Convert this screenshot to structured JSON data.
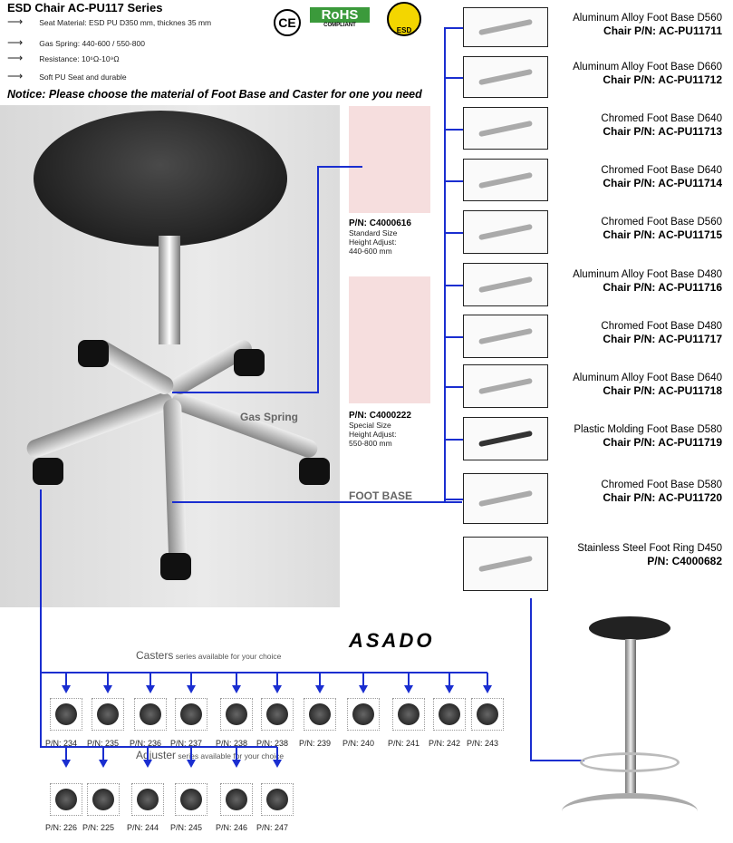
{
  "header": {
    "title": "ESD Chair AC-PU117 Series",
    "specs": [
      "Seat Material: ESD PU D350 mm, thicknes 35 mm",
      "Gas Spring: 440-600 / 550-800",
      "Resistance: 10⁶Ω-10⁹Ω",
      "Soft PU Seat and durable"
    ],
    "arrow": "⟶",
    "notice": "Notice: Please  choose the material of Foot Base and Caster for one you need",
    "badges": {
      "ce": "CE",
      "rohs": "RoHS",
      "rohs_sub": "COMPLIANT",
      "esd": "ESD"
    }
  },
  "labels": {
    "gas_spring": "Gas Spring",
    "foot_base": "FOOT  BASE",
    "logo": "ASADO"
  },
  "sizes": [
    {
      "pn": "P/N: C4000616",
      "size": "Standard Size",
      "adj": "Height Adjust:",
      "range": "440-600 mm"
    },
    {
      "pn": "P/N: C4000222",
      "size": "Special Size",
      "adj": "Height Adjust:",
      "range": "550-800 mm"
    }
  ],
  "foot_bases": [
    {
      "name": "Aluminum Alloy Foot Base D560",
      "pn": "Chair P/N: AC-PU11711"
    },
    {
      "name": "Aluminum Alloy Foot Base D660",
      "pn": "Chair P/N: AC-PU11712"
    },
    {
      "name": "Chromed Foot Base D640",
      "pn": "Chair P/N: AC-PU11713"
    },
    {
      "name": "Chromed Foot Base D640",
      "pn": "Chair P/N: AC-PU11714"
    },
    {
      "name": "Chromed Foot Base D560",
      "pn": "Chair P/N: AC-PU11715"
    },
    {
      "name": "Aluminum Alloy Foot Base D480",
      "pn": "Chair P/N: AC-PU11716"
    },
    {
      "name": "Chromed Foot Base D480",
      "pn": "Chair P/N: AC-PU11717"
    },
    {
      "name": "Aluminum Alloy Foot Base D640",
      "pn": "Chair P/N: AC-PU11718"
    },
    {
      "name": "Plastic Molding Foot Base D580",
      "pn": "Chair P/N: AC-PU11719"
    },
    {
      "name": "Chromed  Foot Base D580",
      "pn": "Chair P/N: AC-PU11720"
    },
    {
      "name": "Stainless Steel Foot Ring D450",
      "pn": "P/N: C4000682"
    }
  ],
  "casters": {
    "title": "Casters",
    "sub": " series available for your choice",
    "items": [
      "P/N: 234",
      "P/N: 235",
      "P/N: 236",
      "P/N: 237",
      "P/N: 238",
      "P/N: 238",
      "P/N: 239",
      "P/N: 240",
      "P/N: 241",
      "P/N: 242",
      "P/N: 243"
    ]
  },
  "adjusters": {
    "title": "Adjuster",
    "sub": " series available for your choice",
    "items": [
      "P/N: 226",
      "P/N: 225",
      "P/N: 244",
      "P/N: 245",
      "P/N: 246",
      "P/N: 247"
    ]
  }
}
